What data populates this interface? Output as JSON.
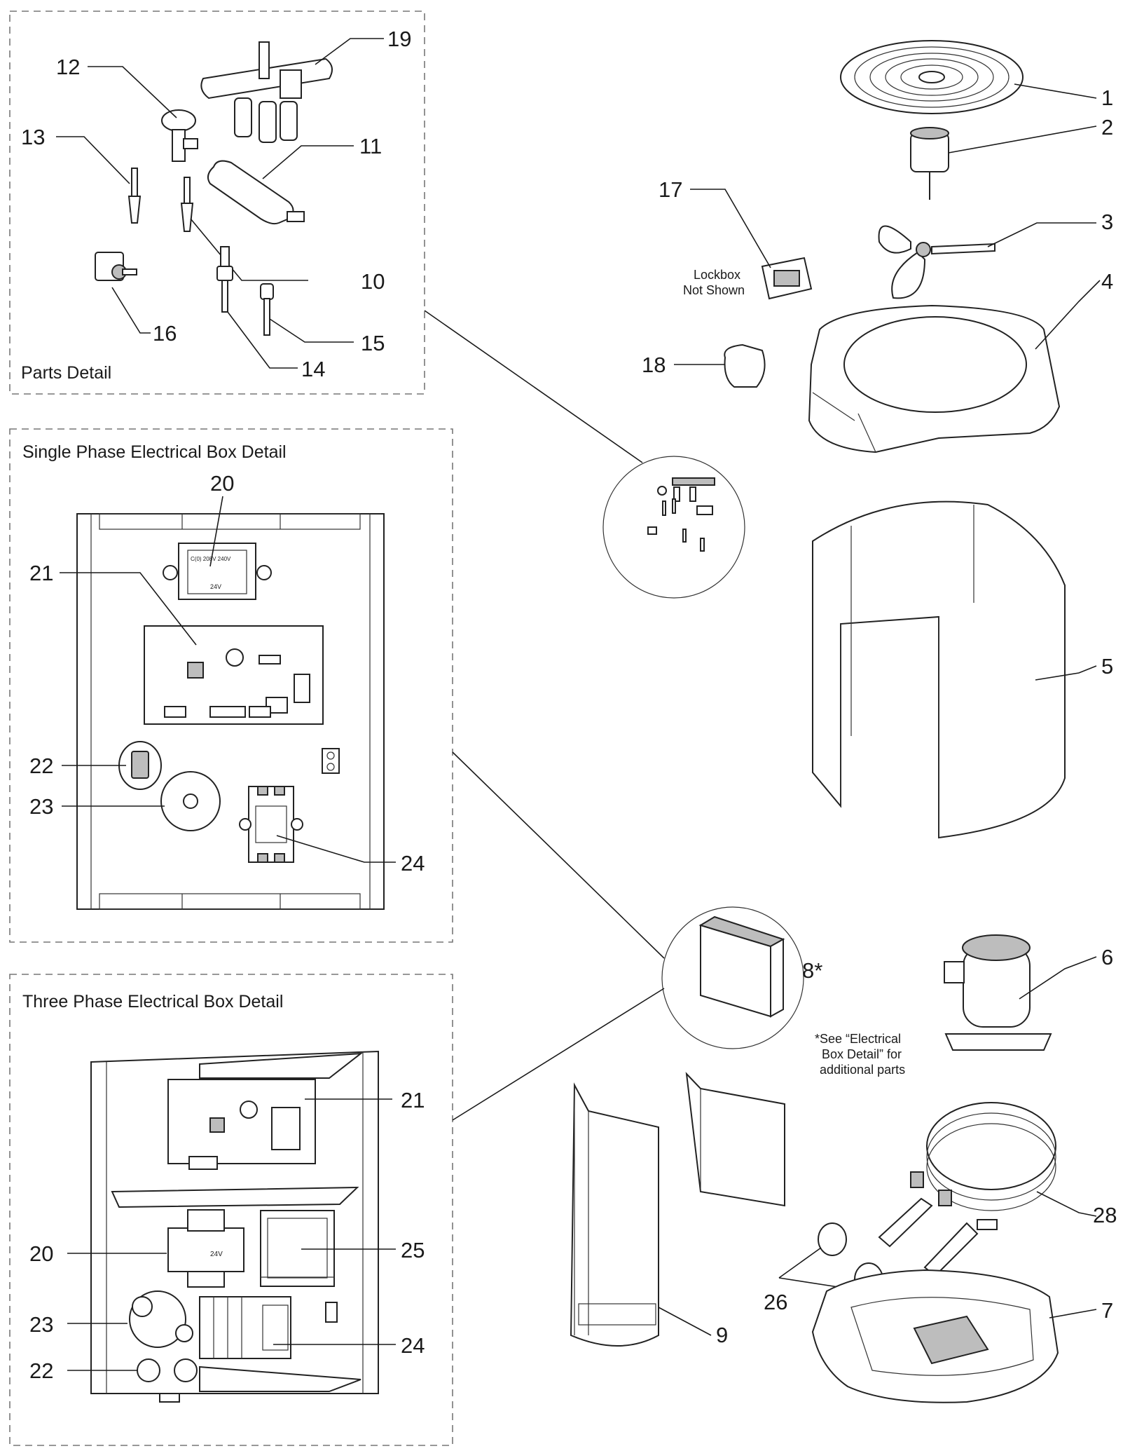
{
  "panels": {
    "parts_detail": "Parts Detail",
    "single_phase": "Single Phase Electrical Box Detail",
    "three_phase": "Three Phase Electrical Box Detail"
  },
  "callouts": {
    "c1": "1",
    "c2": "2",
    "c3": "3",
    "c4": "4",
    "c5": "5",
    "c6": "6",
    "c7": "7",
    "c8": "8*",
    "c9": "9",
    "c10": "10",
    "c11": "11",
    "c12": "12",
    "c13": "13",
    "c14": "14",
    "c15": "15",
    "c16": "16",
    "c17": "17",
    "c18": "18",
    "c19": "19",
    "sp20": "20",
    "sp21": "21",
    "sp22": "22",
    "sp23": "23",
    "sp24": "24",
    "tp20": "20",
    "tp21": "21",
    "tp22": "22",
    "tp23": "23",
    "tp24": "24",
    "tp25": "25",
    "c26": "26",
    "c28": "28"
  },
  "notes": {
    "lockbox_line1": "Lockbox",
    "lockbox_line2": "Not Shown",
    "see_line1": "*See “Electrical",
    "see_line2": "Box Detail” for",
    "see_line3": "additional parts",
    "transformer_top": "C(0) 208V 240V",
    "transformer_24v": "24V",
    "transformer_24v_tp": "24V"
  }
}
